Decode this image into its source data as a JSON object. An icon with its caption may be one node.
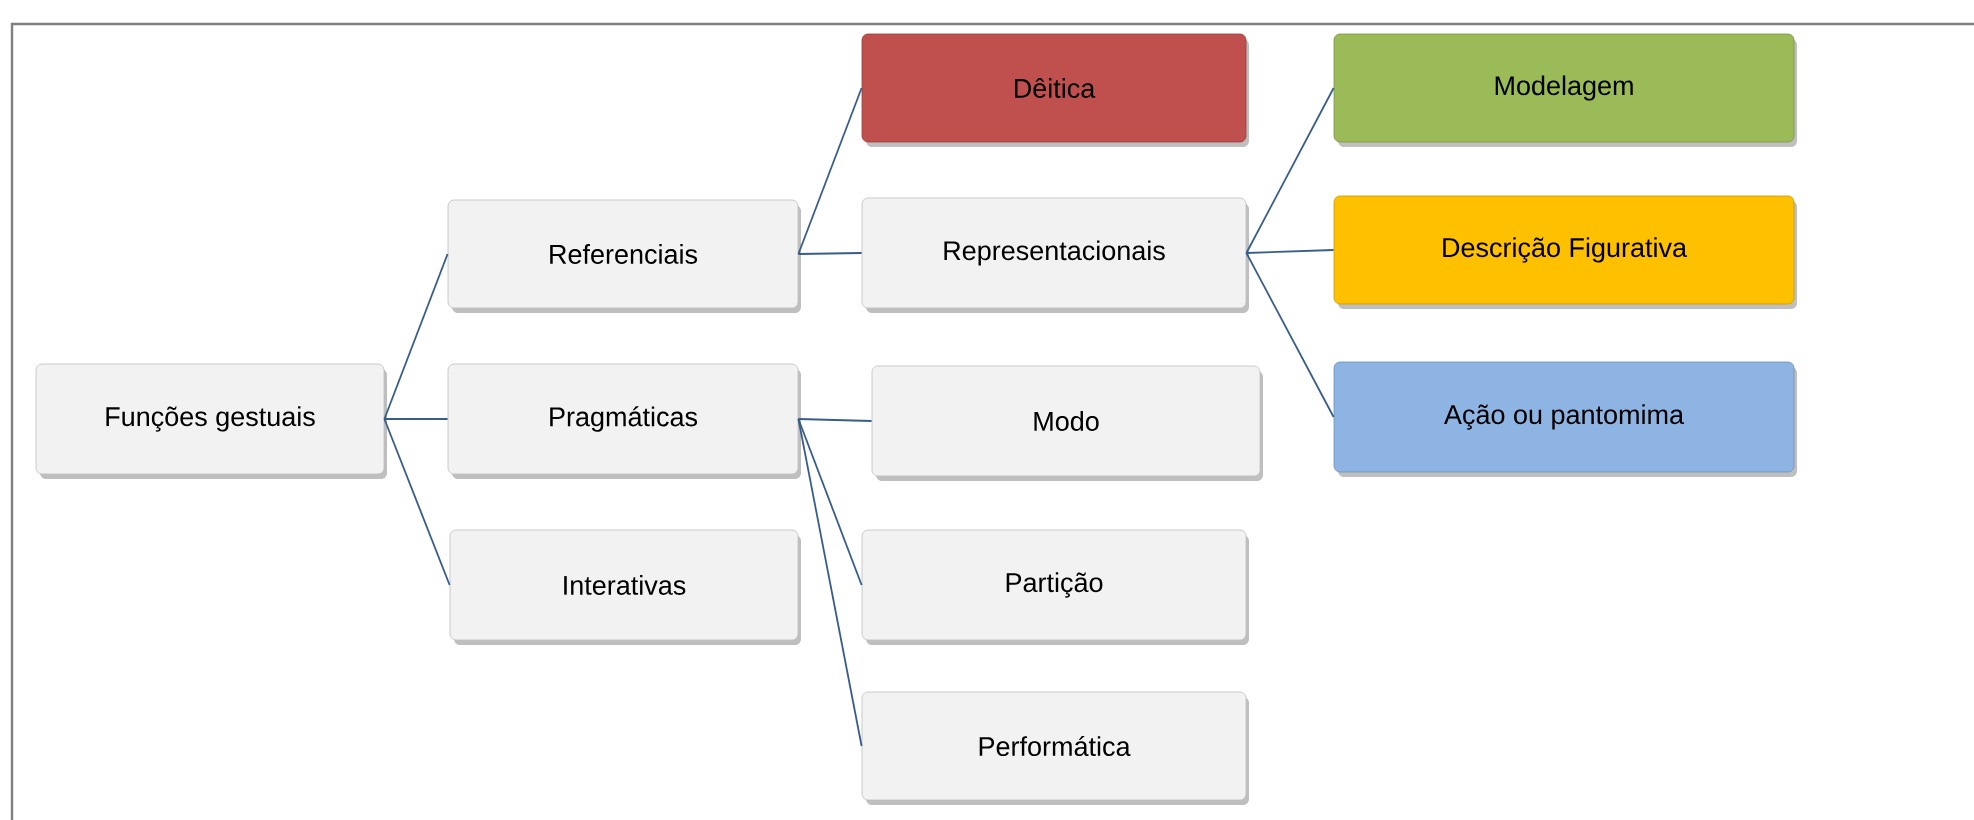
{
  "diagram": {
    "nodes": [
      {
        "text": [
          "Funções gestuais"
        ]
      },
      {
        "text": [
          "Referenciais"
        ]
      },
      {
        "text": [
          "Pragmáticas"
        ]
      },
      {
        "text": [
          "Interativas"
        ]
      },
      {
        "text": [
          "Dêitica"
        ]
      },
      {
        "text": [
          "Representacionais"
        ]
      },
      {
        "text": [
          "Modo"
        ]
      },
      {
        "text": [
          "Partição"
        ]
      },
      {
        "text": [
          "Performática"
        ]
      },
      {
        "text": [
          "Modelagem"
        ]
      },
      {
        "text": [
          "Descrição Figurativa"
        ]
      },
      {
        "text": [
          "Ação ou pantomima"
        ]
      }
    ],
    "edges": [
      {
        "from": 0,
        "to": 1,
        "arrow": "none"
      },
      {
        "from": 0,
        "to": 2,
        "arrow": "none"
      },
      {
        "from": 0,
        "to": 3,
        "arrow": "none"
      },
      {
        "from": 1,
        "to": 4,
        "arrow": "none"
      },
      {
        "from": 1,
        "to": 5,
        "arrow": "none"
      },
      {
        "from": 2,
        "to": 6,
        "arrow": "none"
      },
      {
        "from": 2,
        "to": 7,
        "arrow": "none"
      },
      {
        "from": 2,
        "to": 8,
        "arrow": "none"
      },
      {
        "from": 5,
        "to": 9,
        "arrow": "none"
      },
      {
        "from": 5,
        "to": 10,
        "arrow": "none"
      },
      {
        "from": 5,
        "to": 11,
        "arrow": "none"
      }
    ]
  }
}
